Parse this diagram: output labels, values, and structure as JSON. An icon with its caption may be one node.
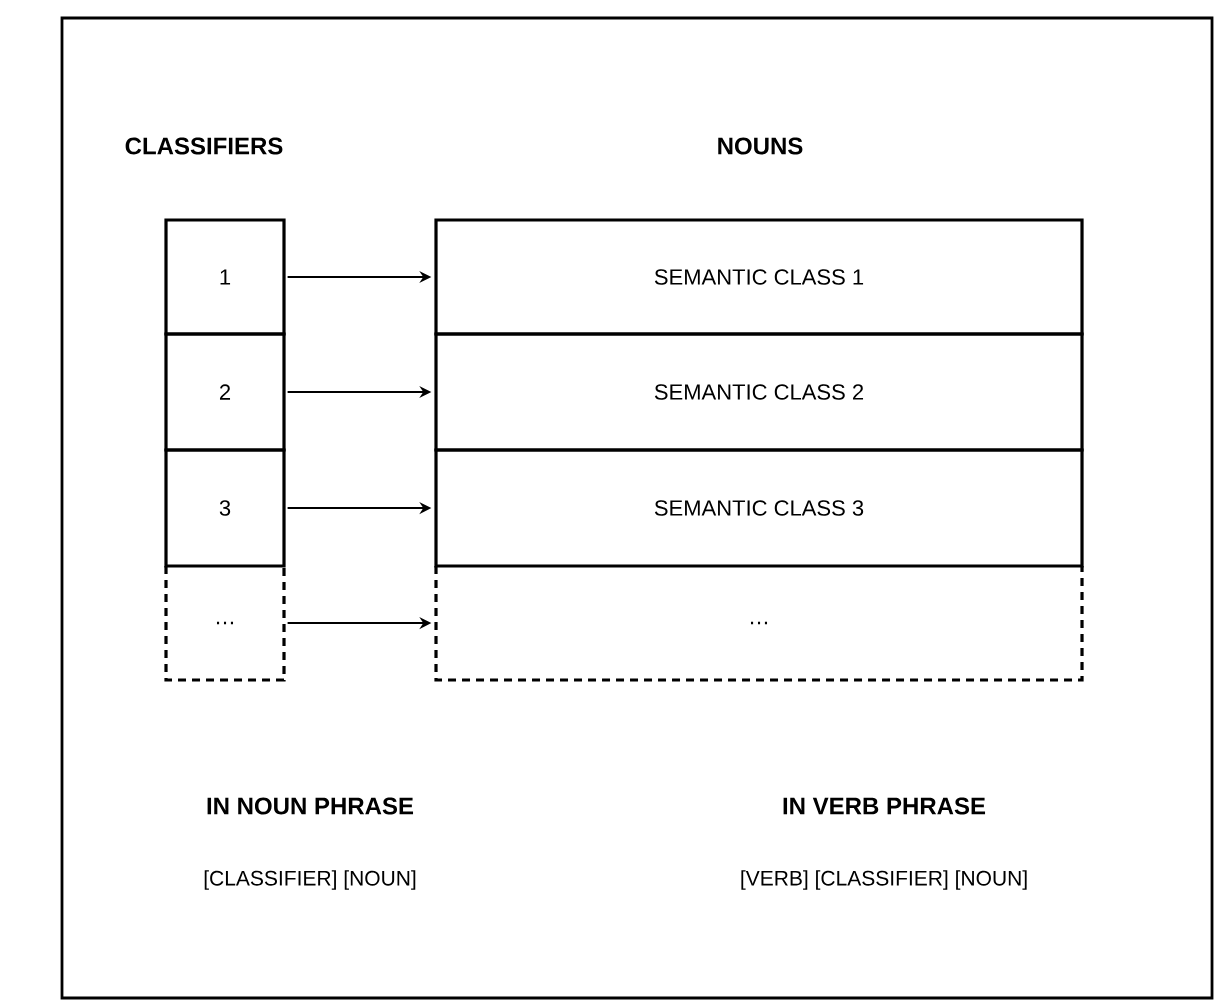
{
  "diagram": {
    "nodes": [
      {
        "text": [
          "1"
        ]
      },
      {
        "text": [
          "2"
        ]
      },
      {
        "text": [
          "3"
        ]
      },
      {
        "text": [
          "…"
        ]
      },
      {
        "text": [
          "SEMANTIC CLASS 1"
        ]
      },
      {
        "text": [
          "SEMANTIC CLASS 2"
        ]
      },
      {
        "text": [
          "SEMANTIC CLASS 3"
        ]
      },
      {
        "text": [
          "…"
        ]
      }
    ],
    "edges": [
      {
        "from": 0,
        "to": 4,
        "arrow": "to"
      },
      {
        "from": 1,
        "to": 5,
        "arrow": "to"
      },
      {
        "from": 2,
        "to": 6,
        "arrow": "to"
      },
      {
        "from": 3,
        "to": 7,
        "arrow": "to"
      }
    ],
    "labels": [
      "CLASSIFIERS",
      "NOUNS",
      "IN NOUN PHRASE",
      "IN VERB PHRASE",
      "[CLASSIFIER] [NOUN]",
      "[VERB] [CLASSIFIER] [NOUN]"
    ]
  }
}
